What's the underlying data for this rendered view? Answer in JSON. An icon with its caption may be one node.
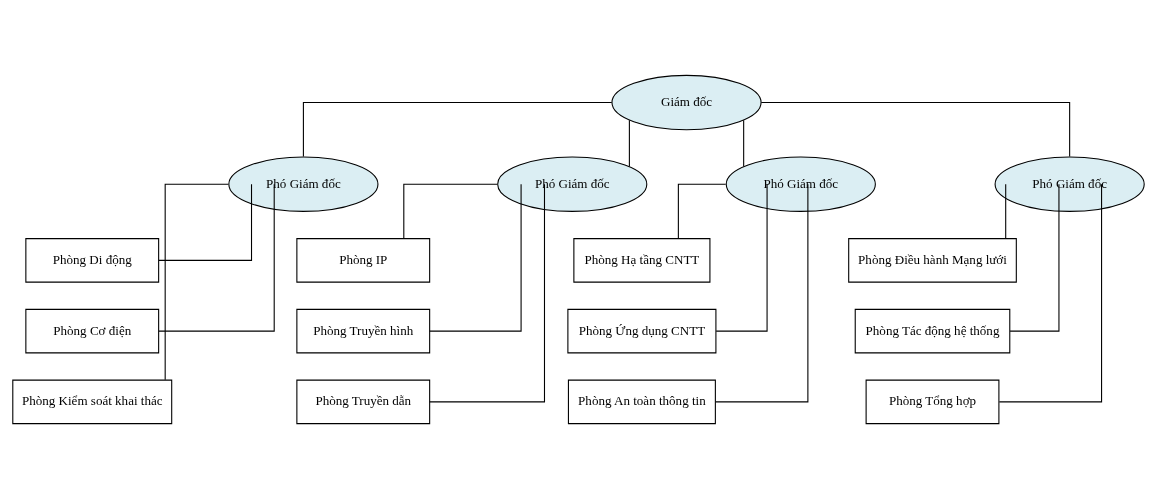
{
  "diagram": {
    "nodes": [
      {
        "text": [
          "Giám đốc"
        ]
      },
      {
        "text": [
          "Phó Giám đốc"
        ]
      },
      {
        "text": [
          "Phòng Di động"
        ]
      },
      {
        "text": [
          "Phòng Cơ điện"
        ]
      },
      {
        "text": [
          "Phòng Kiểm soát khai thác"
        ]
      },
      {
        "text": [
          "Phó Giám đốc"
        ]
      },
      {
        "text": [
          "Phòng IP"
        ]
      },
      {
        "text": [
          "Phòng Truyền hình"
        ]
      },
      {
        "text": [
          "Phòng Truyền dẫn"
        ]
      },
      {
        "text": [
          "Phó Giám đốc"
        ]
      },
      {
        "text": [
          "Phòng Hạ tầng CNTT"
        ]
      },
      {
        "text": [
          "Phòng Ứng dụng CNTT"
        ]
      },
      {
        "text": [
          "Phòng An toàn thông tin"
        ]
      },
      {
        "text": [
          "Phó Giám đốc"
        ]
      },
      {
        "text": [
          "Phòng Điều hành Mạng lưới"
        ]
      },
      {
        "text": [
          "Phòng Tác động hệ thống"
        ]
      },
      {
        "text": [
          "Phòng Tổng hợp"
        ]
      }
    ],
    "edges": [
      {
        "from": 0,
        "to": 1,
        "arrow": "none"
      },
      {
        "from": 0,
        "to": 5,
        "arrow": "none"
      },
      {
        "from": 0,
        "to": 9,
        "arrow": "none"
      },
      {
        "from": 0,
        "to": 13,
        "arrow": "none"
      },
      {
        "from": 1,
        "to": 2,
        "arrow": "none"
      },
      {
        "from": 1,
        "to": 3,
        "arrow": "none"
      },
      {
        "from": 1,
        "to": 4,
        "arrow": "none"
      },
      {
        "from": 5,
        "to": 6,
        "arrow": "none"
      },
      {
        "from": 5,
        "to": 7,
        "arrow": "none"
      },
      {
        "from": 5,
        "to": 8,
        "arrow": "none"
      },
      {
        "from": 9,
        "to": 10,
        "arrow": "none"
      },
      {
        "from": 9,
        "to": 11,
        "arrow": "none"
      },
      {
        "from": 9,
        "to": 12,
        "arrow": "none"
      },
      {
        "from": 13,
        "to": 14,
        "arrow": "none"
      },
      {
        "from": 13,
        "to": 15,
        "arrow": "none"
      },
      {
        "from": 13,
        "to": 16,
        "arrow": "none"
      }
    ]
  }
}
